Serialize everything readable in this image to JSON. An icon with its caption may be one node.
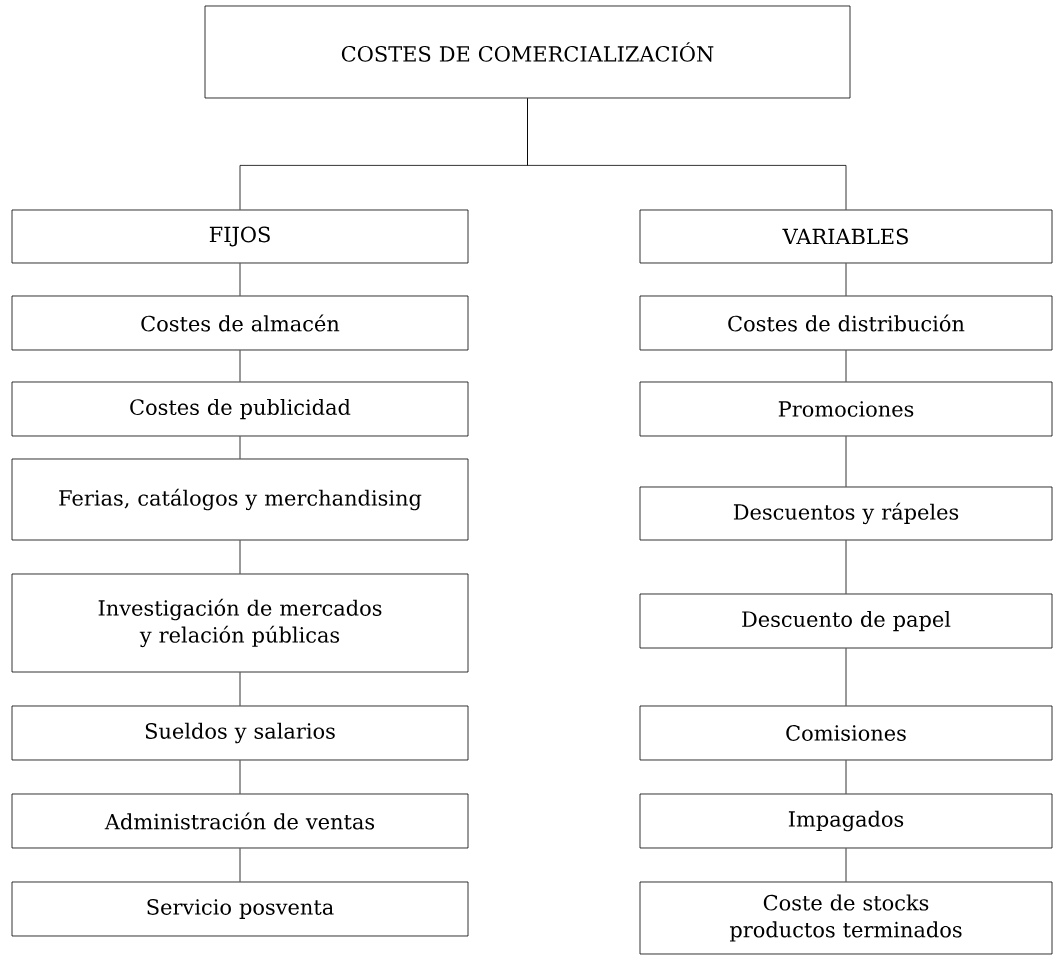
{
  "diagram": {
    "nodes": [
      {
        "text": [
          "COSTES DE COMERCIALIZACIÓN"
        ]
      },
      {
        "text": [
          "FIJOS"
        ]
      },
      {
        "text": [
          "VARIABLES"
        ]
      },
      {
        "text": [
          "Costes de almacén"
        ]
      },
      {
        "text": [
          "Costes de publicidad"
        ]
      },
      {
        "text": [
          "Ferias, catálogos y merchandising"
        ]
      },
      {
        "text": [
          "Investigación de mercados y relación públicas"
        ]
      },
      {
        "text": [
          "Sueldos y salarios"
        ]
      },
      {
        "text": [
          "Administración de ventas"
        ]
      },
      {
        "text": [
          "Servicio posventa"
        ]
      },
      {
        "text": [
          "Costes de distribución"
        ]
      },
      {
        "text": [
          "Promociones"
        ]
      },
      {
        "text": [
          "Descuentos y rápeles"
        ]
      },
      {
        "text": [
          "Descuento de papel"
        ]
      },
      {
        "text": [
          "Comisiones"
        ]
      },
      {
        "text": [
          "Impagados"
        ]
      },
      {
        "text": [
          "Coste de stocks productos terminados"
        ]
      }
    ],
    "edges": [
      {
        "from": 0,
        "to": 1,
        "arrow": "none"
      },
      {
        "from": 0,
        "to": 2,
        "arrow": "none"
      },
      {
        "from": 1,
        "to": 3,
        "arrow": "none"
      },
      {
        "from": 3,
        "to": 4,
        "arrow": "none"
      },
      {
        "from": 4,
        "to": 5,
        "arrow": "none"
      },
      {
        "from": 5,
        "to": 6,
        "arrow": "none"
      },
      {
        "from": 6,
        "to": 7,
        "arrow": "none"
      },
      {
        "from": 7,
        "to": 8,
        "arrow": "none"
      },
      {
        "from": 8,
        "to": 9,
        "arrow": "none"
      },
      {
        "from": 2,
        "to": 10,
        "arrow": "none"
      },
      {
        "from": 10,
        "to": 11,
        "arrow": "none"
      },
      {
        "from": 11,
        "to": 12,
        "arrow": "none"
      },
      {
        "from": 12,
        "to": 13,
        "arrow": "none"
      },
      {
        "from": 13,
        "to": 14,
        "arrow": "none"
      },
      {
        "from": 14,
        "to": 15,
        "arrow": "none"
      },
      {
        "from": 15,
        "to": 16,
        "arrow": "none"
      }
    ]
  }
}
